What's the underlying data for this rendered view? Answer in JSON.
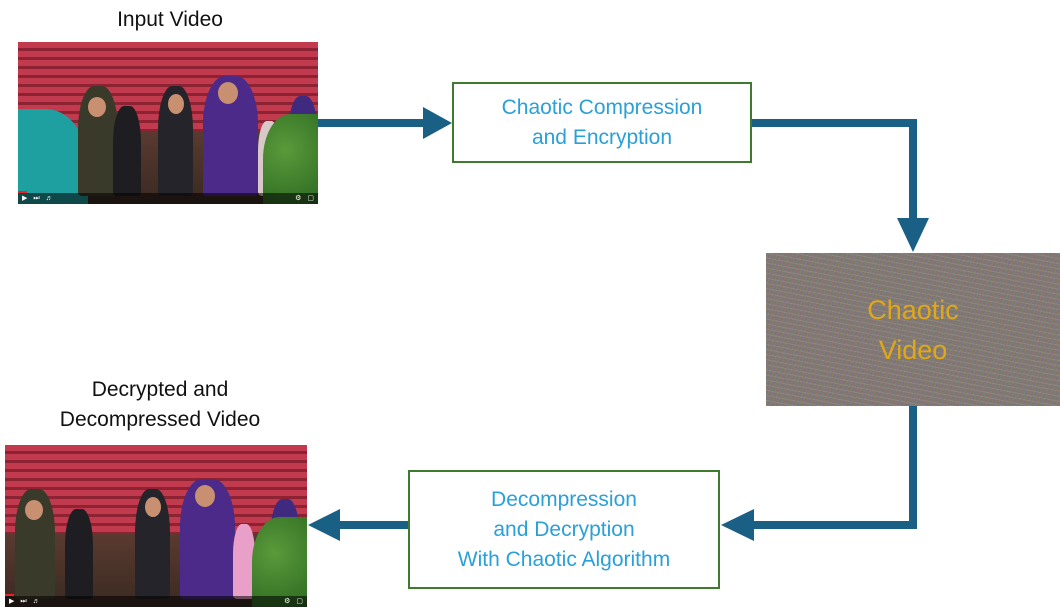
{
  "input_caption": "Input Video",
  "output_caption": [
    "Decrypted and",
    "Decompressed Video"
  ],
  "compress_box": [
    "Chaotic Compression",
    "and Encryption"
  ],
  "chaotic_video": [
    "Chaotic",
    "Video"
  ],
  "decompress_box": [
    "Decompression",
    "and Decryption",
    "With Chaotic Algorithm"
  ],
  "colors": {
    "arrow": "#1a5f84",
    "box_border": "#3f7b2e",
    "box_text": "#2aa0d8",
    "chaotic_text": "#e0a818"
  },
  "icons": [
    "arrow-right-icon",
    "arrow-down-icon",
    "arrow-left-icon",
    "video-thumbnail"
  ]
}
